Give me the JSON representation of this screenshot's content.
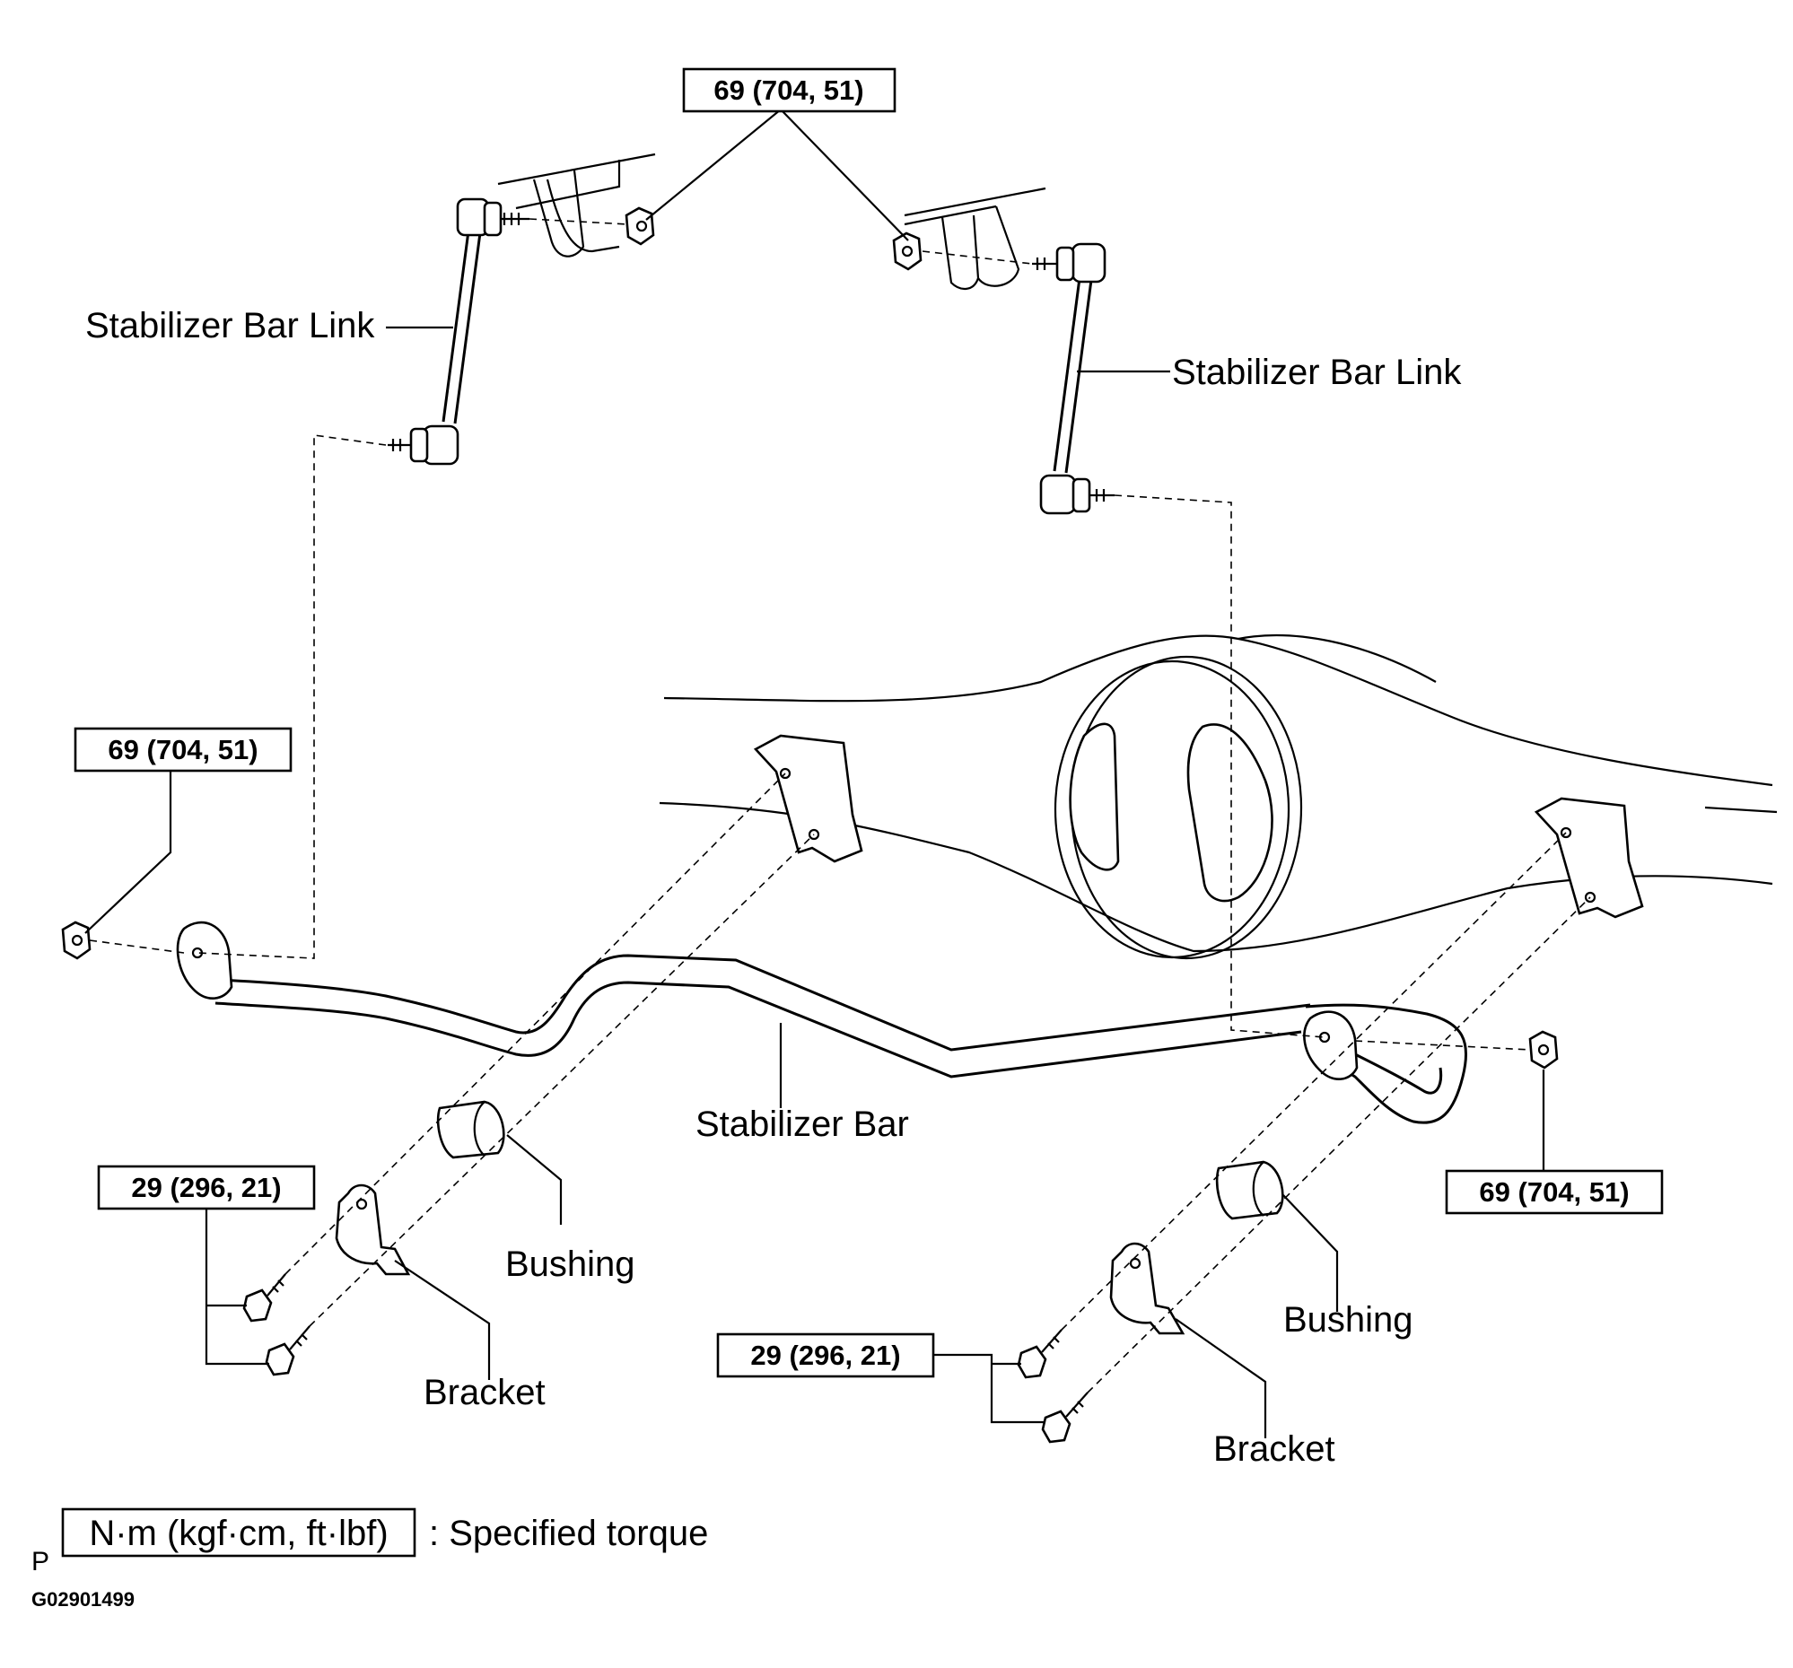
{
  "labels": {
    "link_left": "Stabilizer Bar Link",
    "link_right": "Stabilizer Bar Link",
    "bar": "Stabilizer Bar",
    "bushing_left": "Bushing",
    "bushing_right": "Bushing",
    "bracket_left": "Bracket",
    "bracket_right": "Bracket"
  },
  "torque": {
    "top": "69 (704, 51)",
    "left": "69 (704, 51)",
    "right": "69 (704, 51)",
    "bracket_left": "29 (296, 21)",
    "bracket_right": "29 (296, 21)"
  },
  "legend": {
    "box_text": "N·m (kgf·cm, ft·lbf)",
    "description": ": Specified torque",
    "prefix": "P"
  },
  "figure_code": "G02901499"
}
